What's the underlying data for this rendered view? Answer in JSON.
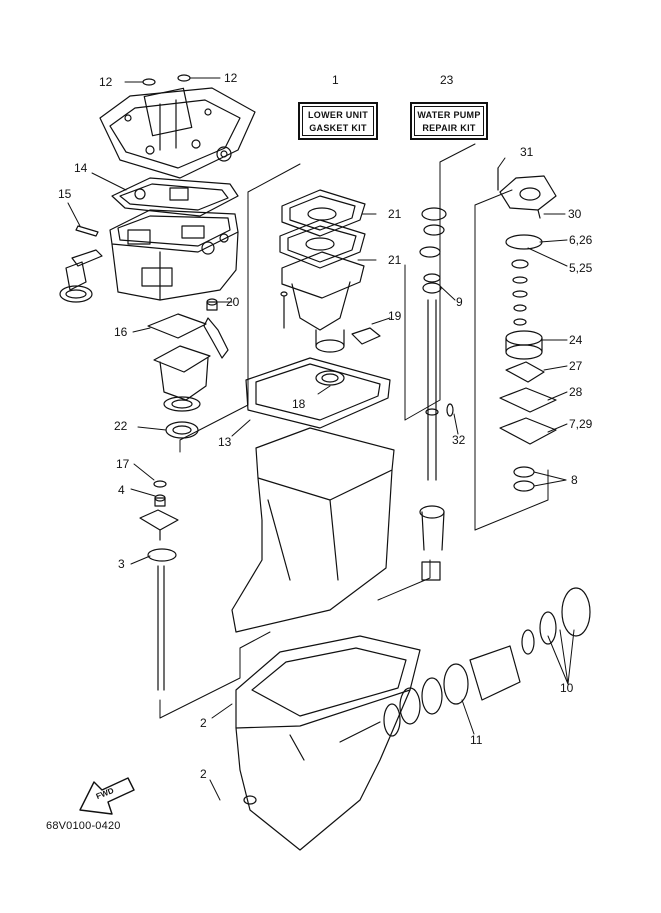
{
  "kits": {
    "lower_unit": {
      "ref": "1",
      "line1": "LOWER UNIT",
      "line2": "GASKET KIT"
    },
    "water_pump": {
      "ref": "23",
      "line1": "WATER PUMP",
      "line2": "REPAIR KIT"
    }
  },
  "callouts": {
    "c12a": "12",
    "c12b": "12",
    "c14": "14",
    "c15": "15",
    "c16": "16",
    "c20": "20",
    "c21a": "21",
    "c21b": "21",
    "c19": "19",
    "c18": "18",
    "c13": "13",
    "c22": "22",
    "c9": "9",
    "c31": "31",
    "c30": "30",
    "c6_26": "6,26",
    "c5_25": "5,25",
    "c24": "24",
    "c27": "27",
    "c28": "28",
    "c7_29": "7,29",
    "c8": "8",
    "c32": "32",
    "c17": "17",
    "c4": "4",
    "c3": "3",
    "c2a": "2",
    "c2b": "2",
    "c10": "10",
    "c11": "11"
  },
  "fwd_label": "FWD",
  "document_code": "68V0100-0420"
}
